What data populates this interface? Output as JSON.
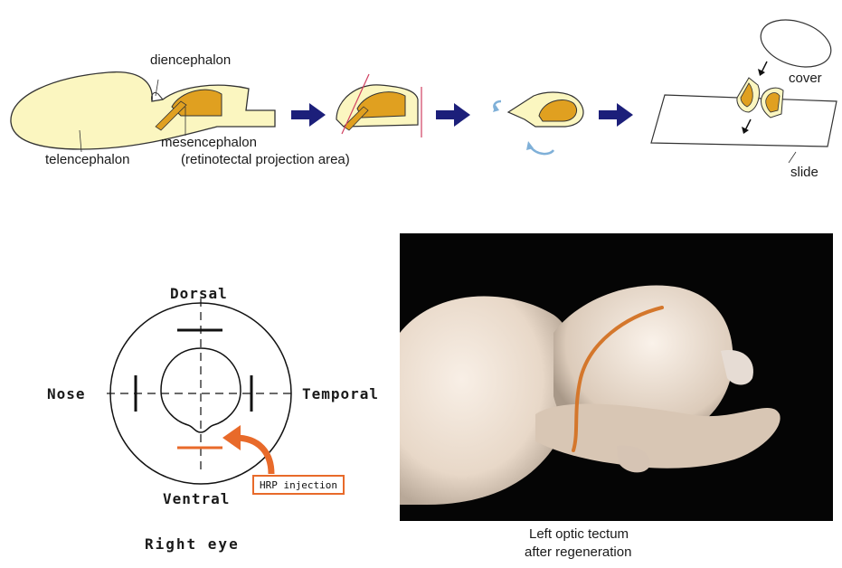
{
  "top_diagram": {
    "labels": {
      "diencephalon": "diencephalon",
      "mesencephalon": "mesencephalon",
      "projection_area": "(retinotectal projection area)",
      "telencephalon": "telencephalon",
      "cover": "cover",
      "slide": "slide"
    },
    "colors": {
      "brain_fill": "#fbf6c0",
      "tectum": "#e0a020",
      "arrow": "#1c1f7a",
      "rotate_arrow": "#7fb0d8",
      "cut_line": "#d04060"
    }
  },
  "eye_diagram": {
    "dorsal": "Dorsal",
    "ventral": "Ventral",
    "nose": "Nose",
    "temporal": "Temporal",
    "caption": "Right eye",
    "injection_label": "HRP injection",
    "colors": {
      "injection": "#e86a2a"
    }
  },
  "photo": {
    "caption_line1": "Left optic tectum",
    "caption_line2": "after regeneration"
  }
}
